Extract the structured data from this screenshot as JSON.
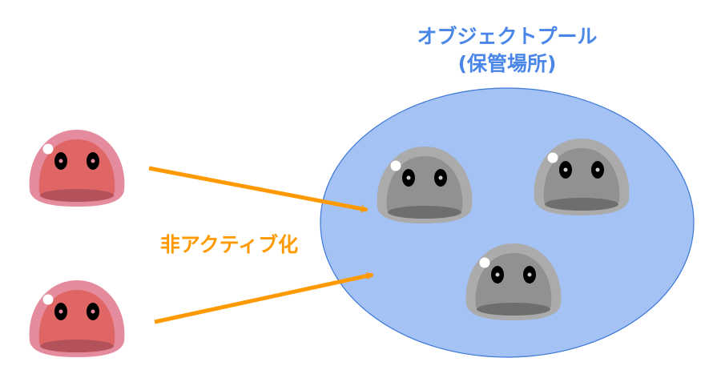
{
  "pool": {
    "title_line1": "オブジェクトプール",
    "title_line2": "(保管場所)"
  },
  "action_label": "非アクティブ化",
  "colors": {
    "pool_fill": "#a4c2f4",
    "pool_stroke": "#3c78d8",
    "title": "#4a86e8",
    "arrow": "#ff9900",
    "active_outer": "#e48c9e",
    "active_body": "#e06666",
    "active_shadow": "#b3525a",
    "inactive_outer": "#ababab",
    "inactive_body": "#919191",
    "inactive_shadow": "#6e6e6e"
  }
}
